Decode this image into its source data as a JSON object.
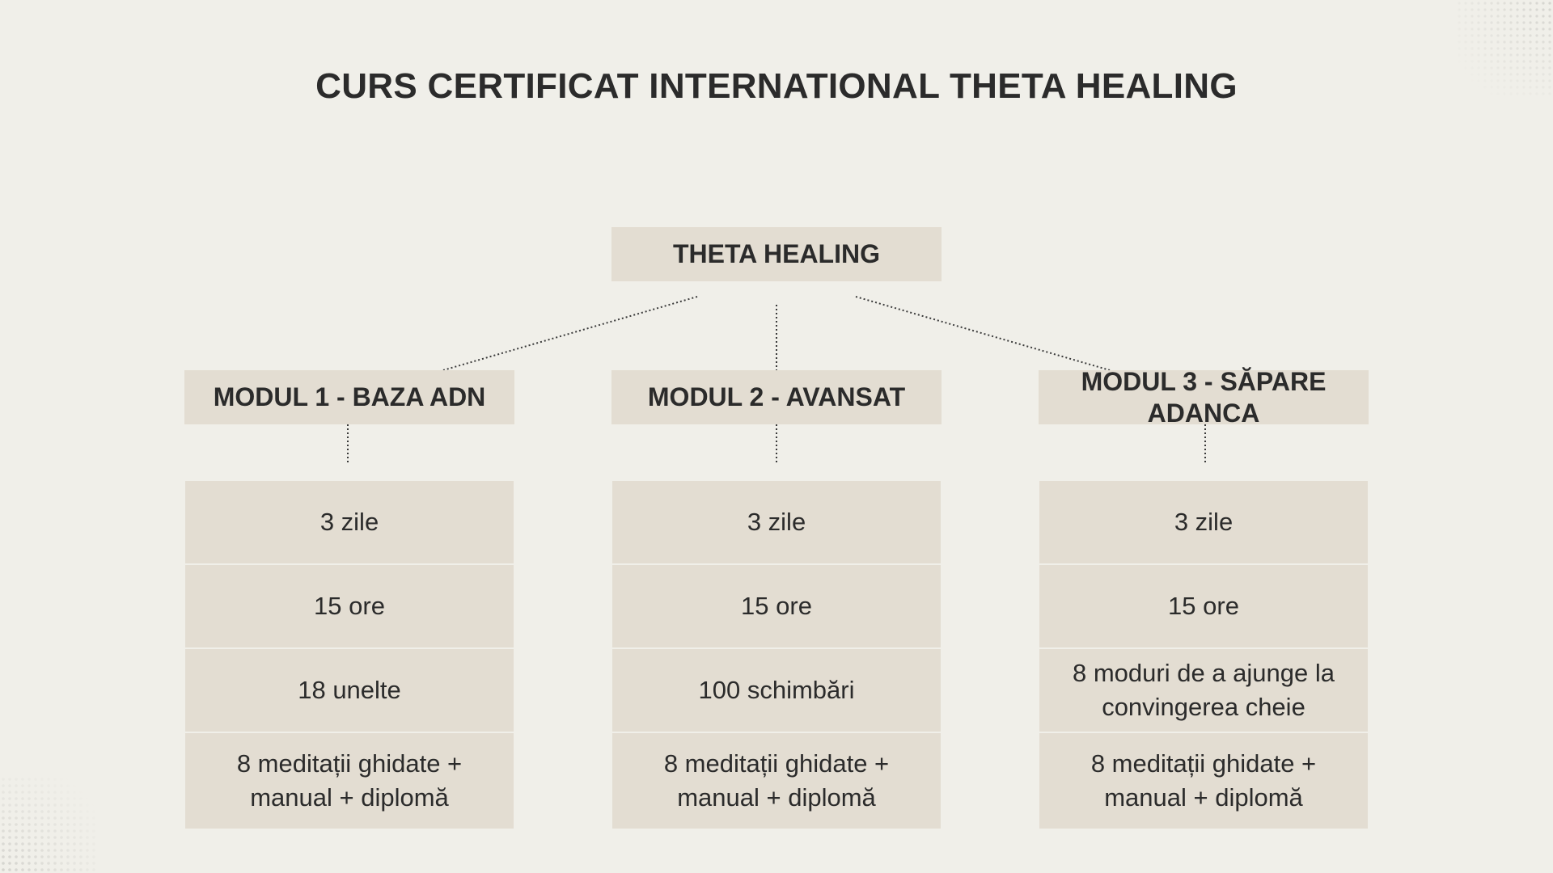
{
  "title": "CURS CERTIFICAT INTERNATIONAL THETA HEALING",
  "root": "THETA HEALING",
  "modules": [
    {
      "label": "MODUL 1 - BAZA ADN",
      "items": [
        "3 zile",
        "15 ore",
        "18 unelte",
        "8 meditații ghidate + manual + diplomă"
      ]
    },
    {
      "label": "MODUL 2 - AVANSAT",
      "items": [
        "3 zile",
        "15 ore",
        "100 schimbări",
        "8 meditații ghidate + manual + diplomă"
      ]
    },
    {
      "label": "MODUL 3 - SĂPARE ADANCA",
      "items": [
        "3 zile",
        "15 ore",
        "8 moduri de a ajunge la convingerea cheie",
        "8 meditații ghidate + manual + diplomă"
      ]
    }
  ],
  "colors": {
    "background": "#f0efe9",
    "box": "#e3ddd2",
    "text": "#2b2b2b",
    "connector": "#3a3a3a"
  }
}
